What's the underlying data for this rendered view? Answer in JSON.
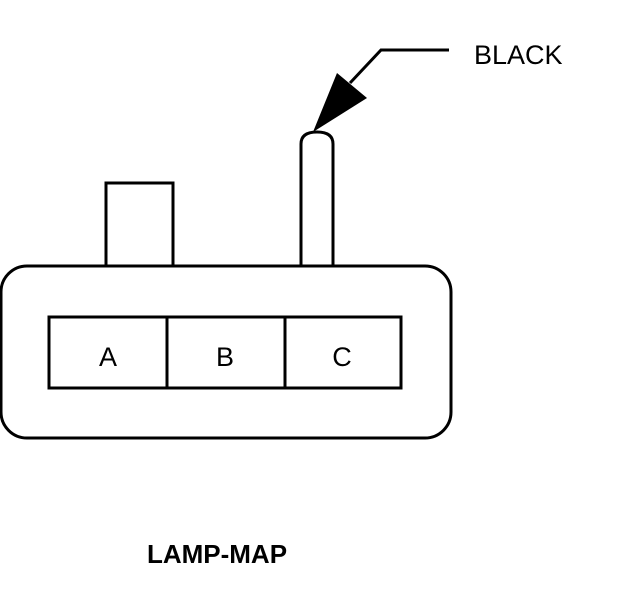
{
  "diagram": {
    "title": "LAMP-MAP",
    "wire_color_label": "BLACK",
    "pins": [
      "A",
      "B",
      "C"
    ],
    "stroke_color": "#000000",
    "background_color": "#ffffff"
  }
}
